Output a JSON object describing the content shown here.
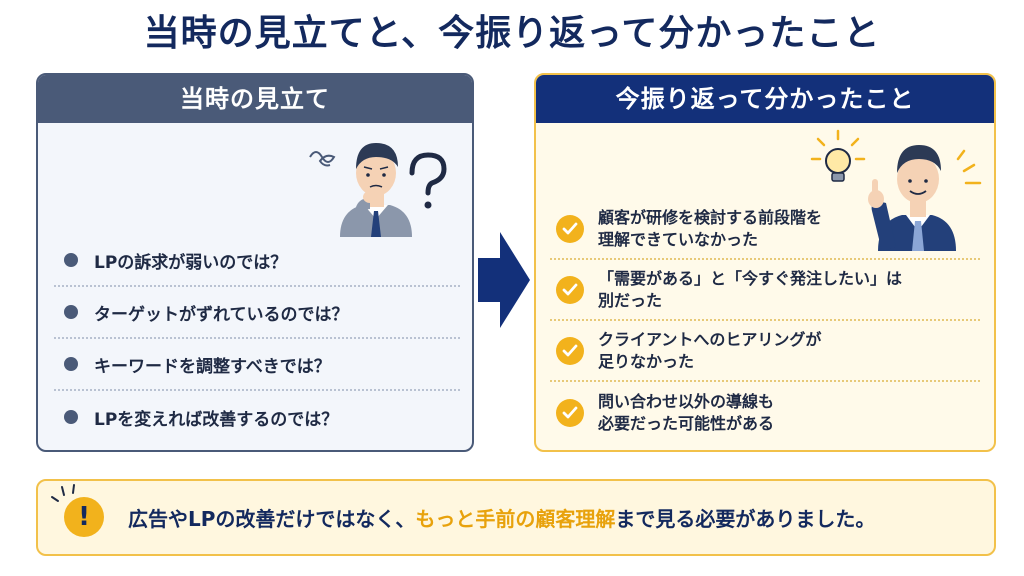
{
  "title": "当時の見立てと、今振り返って分かったこと",
  "left_panel": {
    "header": "当時の見立て",
    "items": [
      "LPの訴求が弱いのでは？",
      "ターゲットがずれているのでは？",
      "キーワードを調整すべきでは？",
      "LPを変えれば改善するのでは？"
    ]
  },
  "right_panel": {
    "header": "今振り返って分かったこと",
    "items": [
      {
        "line1": "顧客が研修を検討する前段階を",
        "line2": "理解できていなかった"
      },
      {
        "line1": "「需要がある」と「今すぐ発注したい」は",
        "line2": "別だった"
      },
      {
        "line1": "クライアントへのヒアリングが",
        "line2": "足りなかった"
      },
      {
        "line1": "問い合わせ以外の導線も",
        "line2": "必要だった可能性がある"
      }
    ]
  },
  "banner": {
    "icon": "!",
    "text_before": "広告やLPの改善だけではなく、",
    "text_highlight": "もっと手前の顧客理解",
    "text_after": "まで見る必要がありました。"
  },
  "colors": {
    "title": "#13295e",
    "left_header": "#4a5a78",
    "right_header": "#13307a",
    "accent_yellow": "#f2b21c",
    "highlight_text": "#e8a20c"
  },
  "icons": {
    "left_figure": "confused-businessman-icon",
    "right_figure": "idea-businessman-icon",
    "arrow": "right-arrow-icon",
    "bullet": "bullet-dot-icon",
    "check": "check-circle-icon",
    "alert": "exclamation-icon"
  }
}
